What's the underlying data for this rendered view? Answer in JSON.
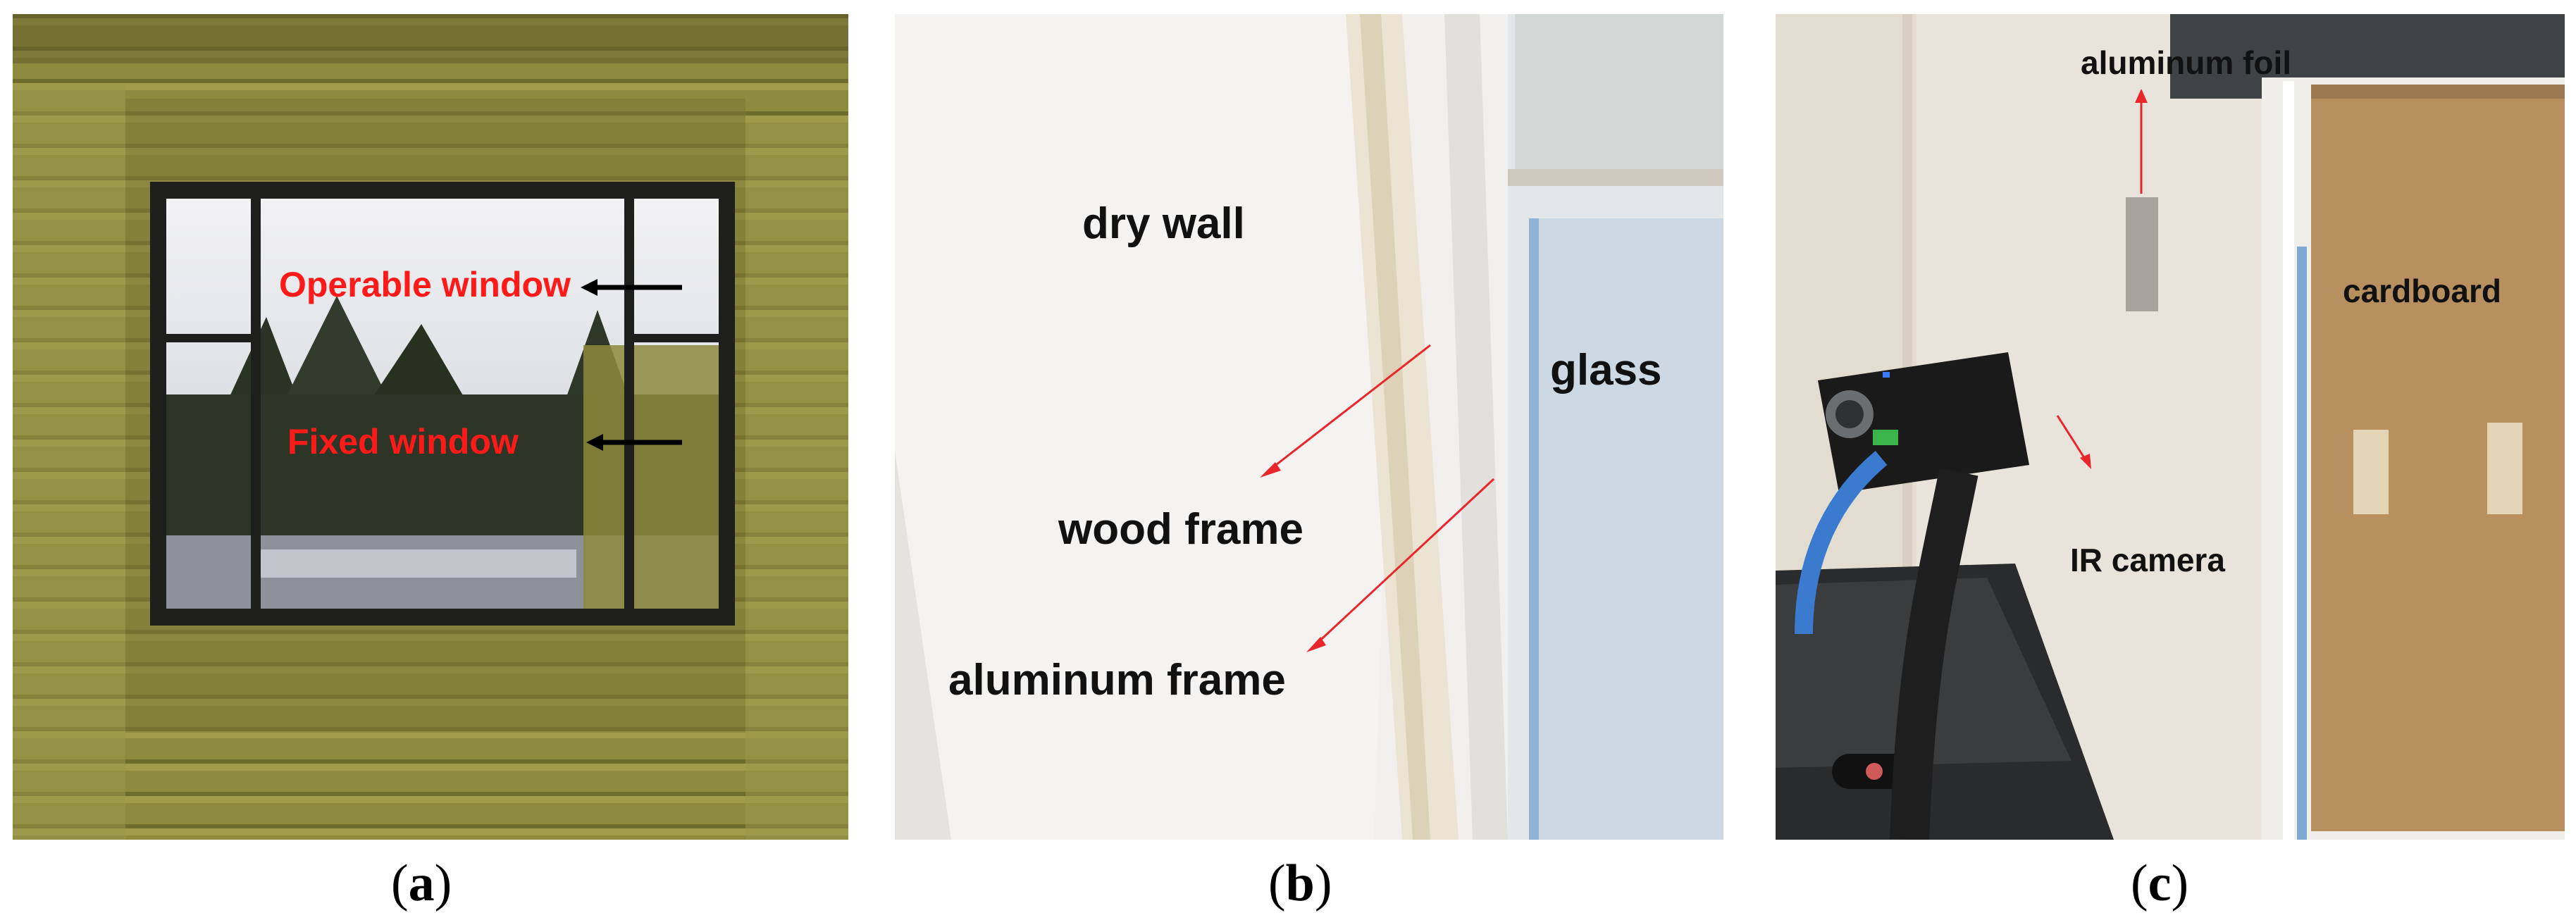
{
  "panels": {
    "a": {
      "caption_letter": "a",
      "labels": {
        "operable": "Operable window",
        "fixed": "Fixed window"
      }
    },
    "b": {
      "caption_letter": "b",
      "labels": {
        "dry_wall": "dry wall",
        "glass": "glass",
        "wood_frame": "wood frame",
        "aluminum_frame": "aluminum frame"
      }
    },
    "c": {
      "caption_letter": "c",
      "labels": {
        "aluminum_foil": "aluminum foil",
        "cardboard": "cardboard",
        "ir_camera": "IR camera"
      }
    }
  },
  "colors": {
    "label_red": "#ff1a1a",
    "siding": "#8c8a3c",
    "arrow_red": "#e8262c"
  }
}
